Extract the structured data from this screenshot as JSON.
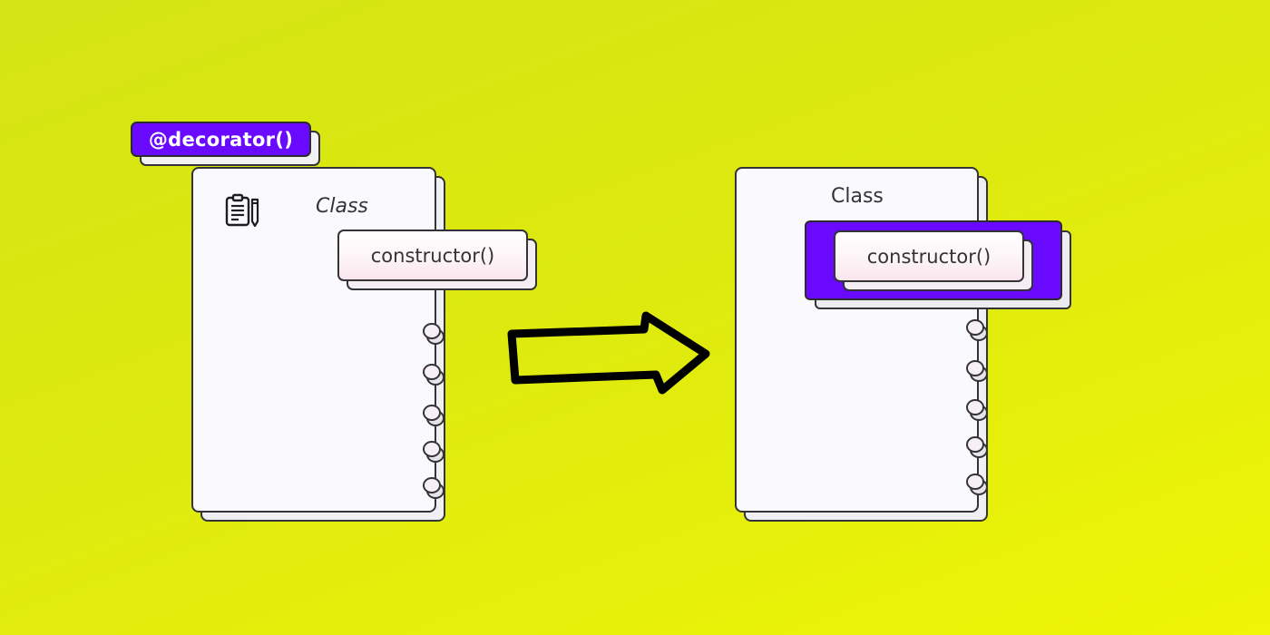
{
  "diagram": {
    "left": {
      "decorator_label": "@decorator()",
      "class_label": "Class",
      "method_label": "constructor()",
      "icon": "clipboard-pencil-icon"
    },
    "arrow": {
      "icon": "right-arrow-icon"
    },
    "right": {
      "class_label": "Class",
      "method_label": "constructor()"
    }
  },
  "colors": {
    "accent": "#6a09ff",
    "outline": "#333338",
    "card": "#fafafc",
    "background_start": "#d4e414",
    "background_end": "#eef505"
  }
}
